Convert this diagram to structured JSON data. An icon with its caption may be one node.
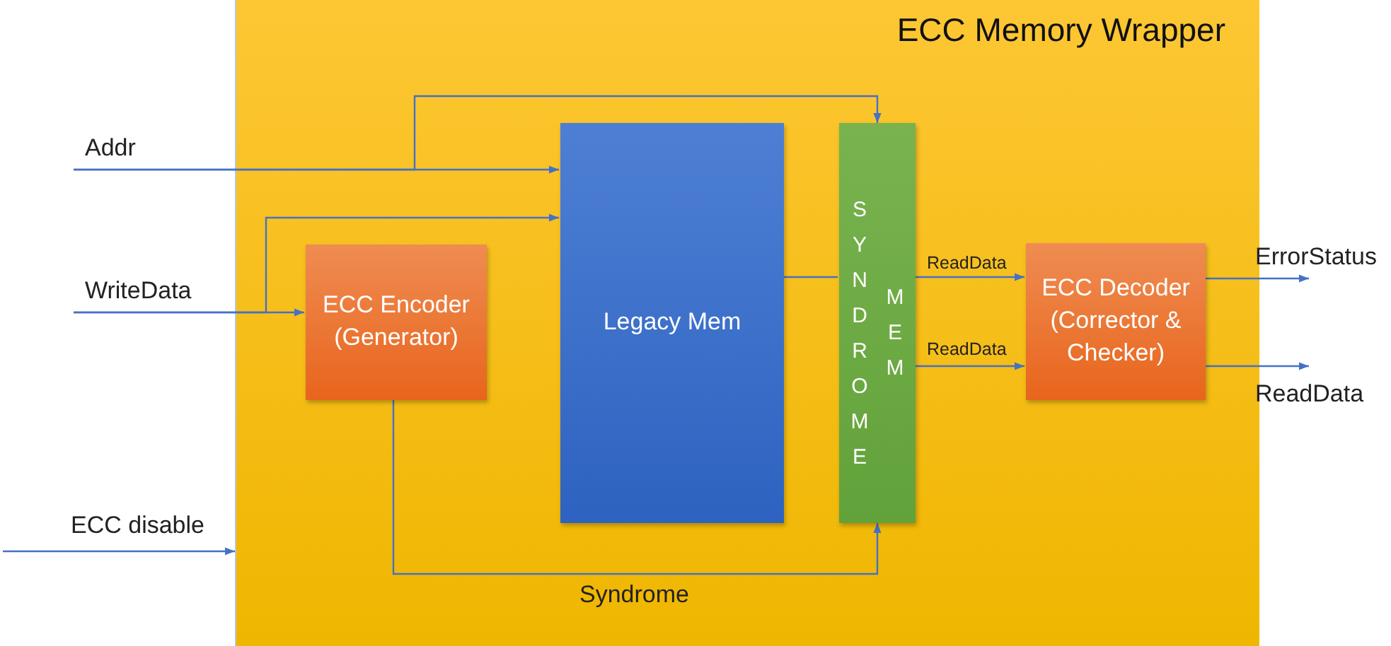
{
  "diagram": {
    "nodes": [
      {
        "text": [
          "ECC Memory Wrapper"
        ]
      },
      {
        "text": [
          "Addr"
        ]
      },
      {
        "text": [
          "WriteData"
        ]
      },
      {
        "text": [
          "ECC Encoder (Generator)"
        ],
        "in": 0
      },
      {
        "text": [
          "Legacy Mem"
        ],
        "in": 0
      },
      {
        "text": [
          "SYNDROME",
          "MEM"
        ],
        "in": 0
      },
      {
        "text": [
          "ECC Decoder (Corrector & Checker)"
        ],
        "in": 0
      },
      {
        "text": [
          "ErrorStatus"
        ]
      },
      {
        "text": [
          "ReadData"
        ]
      }
    ],
    "edges": [
      {
        "from": 1,
        "to": 4,
        "arrow": "to"
      },
      {
        "from": 1,
        "to": 5,
        "arrow": "to"
      },
      {
        "from": 2,
        "to": 3,
        "arrow": "to"
      },
      {
        "from": 2,
        "to": 4,
        "arrow": "to"
      },
      {
        "from": null,
        "to": 0,
        "arrow": "to"
      },
      {
        "from": 3,
        "to": 5,
        "arrow": "to",
        "label": "Syndrome"
      },
      {
        "from": 4,
        "to": 5,
        "arrow": "none"
      },
      {
        "from": 5,
        "to": 6,
        "arrow": "to",
        "label": "ReadData"
      },
      {
        "from": 6,
        "to": 7,
        "arrow": "to"
      },
      {
        "from": 6,
        "to": 8,
        "arrow": "to"
      },
      {
        "from": 5,
        "to": 6,
        "arrow": "to",
        "label": "ReadData"
      }
    ],
    "labels": [
      "ECC disable"
    ]
  }
}
